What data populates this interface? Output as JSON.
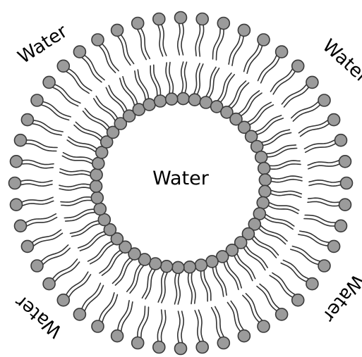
{
  "labels": {
    "center": "Water",
    "top_left": "Water",
    "top_right": "Water",
    "bottom_left": "Water",
    "bottom_right": "Water"
  },
  "liposome": {
    "outer_layer_heads": 48,
    "inner_layer_heads": 46
  },
  "colors": {
    "head_fill": "#9b9b9b",
    "head_stroke": "#3a3a3a",
    "tail_stroke": "#333333",
    "background": "#ffffff"
  }
}
